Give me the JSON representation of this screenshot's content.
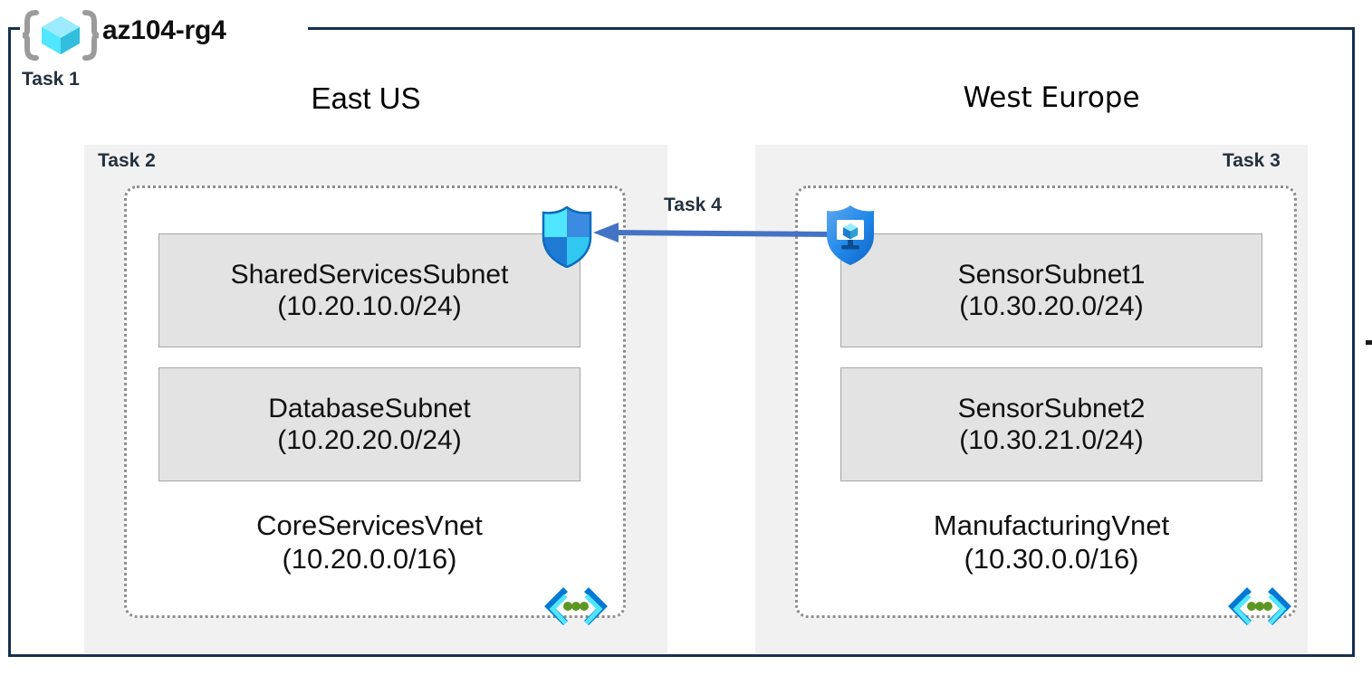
{
  "diagram": {
    "resource_group": {
      "name": "az104-rg4",
      "icon": "resource-group-cube-icon"
    },
    "task_labels": {
      "task1": "Task 1",
      "task2": "Task 2",
      "task3": "Task 3",
      "task4": "Task 4"
    },
    "colors": {
      "frame_border": "#16304f",
      "region_panel_bg": "#f1f1f1",
      "vnet_border": "#8e8e8e",
      "subnet_bg": "#e3e3e3",
      "subnet_border": "#a6a6a6",
      "task_label": "#25313f",
      "arrow": "#4472c4",
      "azure_cyan": "#50e6ff",
      "azure_blue": "#0078d4",
      "vnet_icon_green": "#5e9624"
    },
    "regions": [
      {
        "name": "East US",
        "task": "Task 2",
        "vnet": {
          "name": "CoreServicesVnet",
          "cidr": "(10.20.0.0/16)",
          "icon": "virtual-network-icon",
          "subnets": [
            {
              "name": "SharedServicesSubnet",
              "cidr": "(10.20.10.0/24)"
            },
            {
              "name": "DatabaseSubnet",
              "cidr": "(10.20.20.0/24)"
            }
          ]
        },
        "attached_icon": "network-security-group-shield-icon"
      },
      {
        "name": "West Europe",
        "task": "Task 3",
        "vnet": {
          "name": "ManufacturingVnet",
          "cidr": "(10.30.0.0/16)",
          "icon": "virtual-network-icon",
          "subnets": [
            {
              "name": "SensorSubnet1",
              "cidr": "(10.30.20.0/24)"
            },
            {
              "name": "SensorSubnet2",
              "cidr": "(10.30.21.0/24)"
            }
          ]
        },
        "attached_icon": "defender-vm-shield-icon"
      }
    ],
    "connection": {
      "label": "Task 4",
      "direction": "right-to-left",
      "type": "vnet-peering-arrow"
    }
  }
}
